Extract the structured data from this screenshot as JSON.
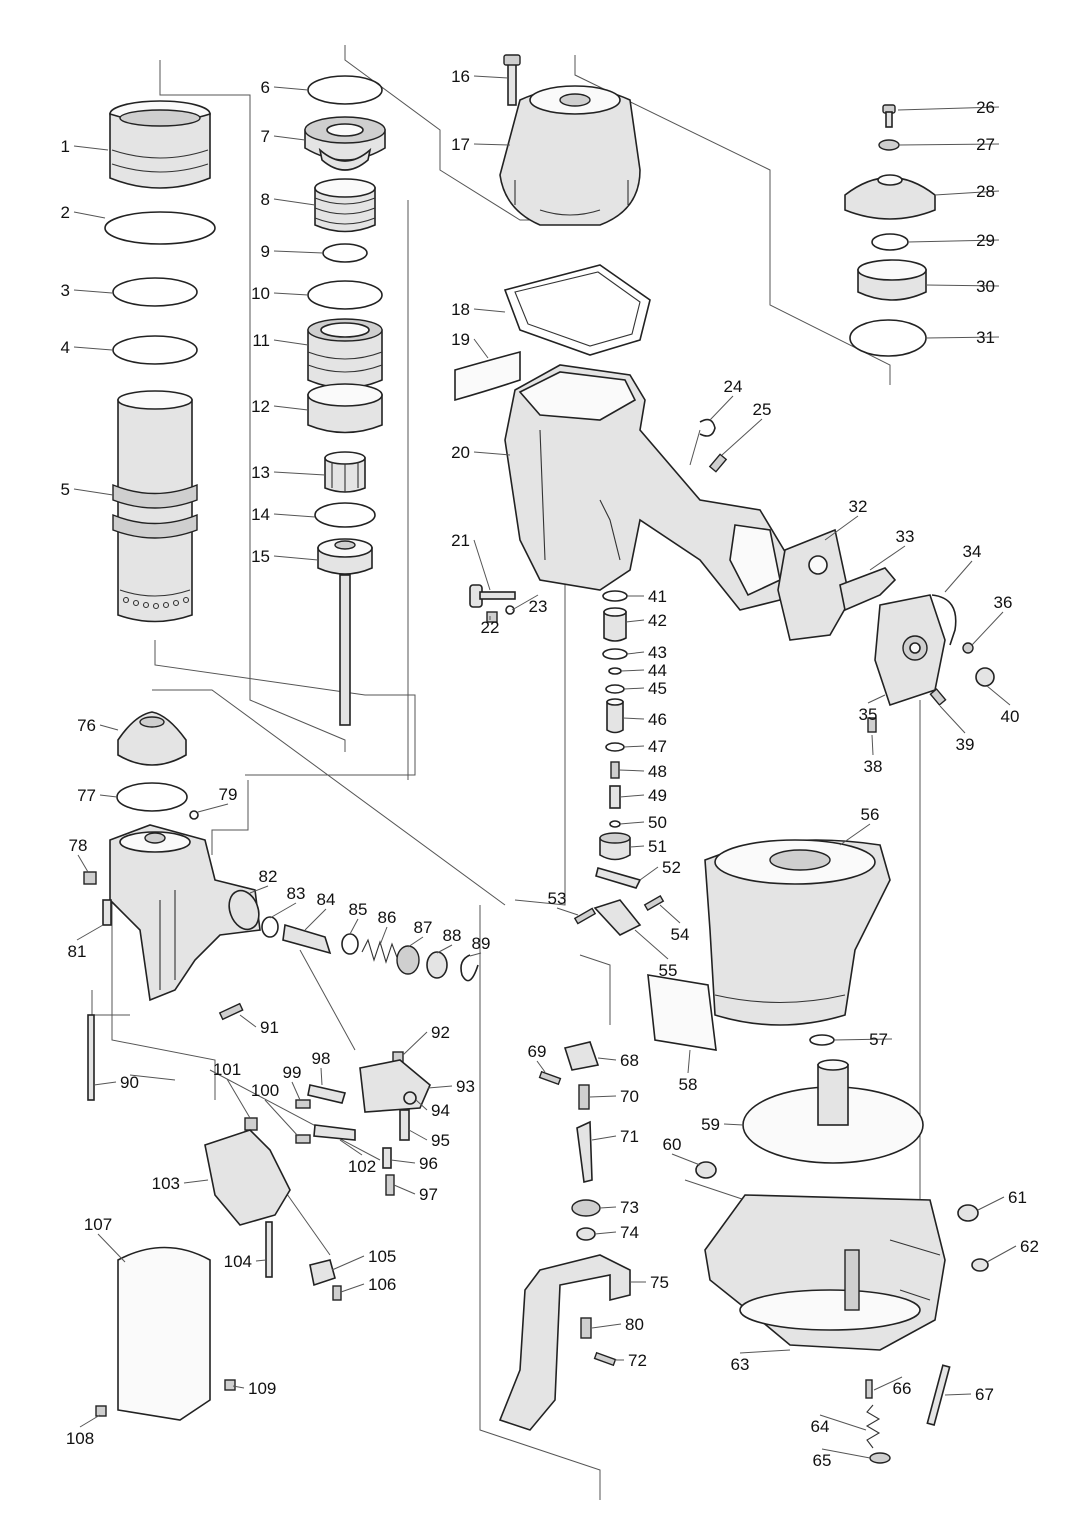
{
  "labels": {
    "p1": "1",
    "p2": "2",
    "p3": "3",
    "p4": "4",
    "p5": "5",
    "p6": "6",
    "p7": "7",
    "p8": "8",
    "p9": "9",
    "p10": "10",
    "p11": "11",
    "p12": "12",
    "p13": "13",
    "p14": "14",
    "p15": "15",
    "p16": "16",
    "p17": "17",
    "p18": "18",
    "p19": "19",
    "p20": "20",
    "p21": "21",
    "p22": "22",
    "p23": "23",
    "p24": "24",
    "p25": "25",
    "p26": "26",
    "p27": "27",
    "p28": "28",
    "p29": "29",
    "p30": "30",
    "p31": "31",
    "p32": "32",
    "p33": "33",
    "p34": "34",
    "p35": "35",
    "p36": "36",
    "p38": "38",
    "p39": "39",
    "p40": "40",
    "p41": "41",
    "p42": "42",
    "p43": "43",
    "p44": "44",
    "p45": "45",
    "p46": "46",
    "p47": "47",
    "p48": "48",
    "p49": "49",
    "p50": "50",
    "p51": "51",
    "p52": "52",
    "p53": "53",
    "p54": "54",
    "p55": "55",
    "p56": "56",
    "p57": "57",
    "p58": "58",
    "p59": "59",
    "p60": "60",
    "p61": "61",
    "p62": "62",
    "p63": "63",
    "p64": "64",
    "p65": "65",
    "p66": "66",
    "p67": "67",
    "p68": "68",
    "p69": "69",
    "p70": "70",
    "p71": "71",
    "p72": "72",
    "p73": "73",
    "p74": "74",
    "p75": "75",
    "p76": "76",
    "p77": "77",
    "p78": "78",
    "p79": "79",
    "p80": "80",
    "p81": "81",
    "p82": "82",
    "p83": "83",
    "p84": "84",
    "p85": "85",
    "p86": "86",
    "p87": "87",
    "p88": "88",
    "p89": "89",
    "p90": "90",
    "p91": "91",
    "p92": "92",
    "p93": "93",
    "p94": "94",
    "p95": "95",
    "p96": "96",
    "p97": "97",
    "p98": "98",
    "p99": "99",
    "p100": "100",
    "p101": "101",
    "p102": "102",
    "p103": "103",
    "p104": "104",
    "p105": "105",
    "p106": "106",
    "p107": "107",
    "p108": "108",
    "p109": "109"
  }
}
